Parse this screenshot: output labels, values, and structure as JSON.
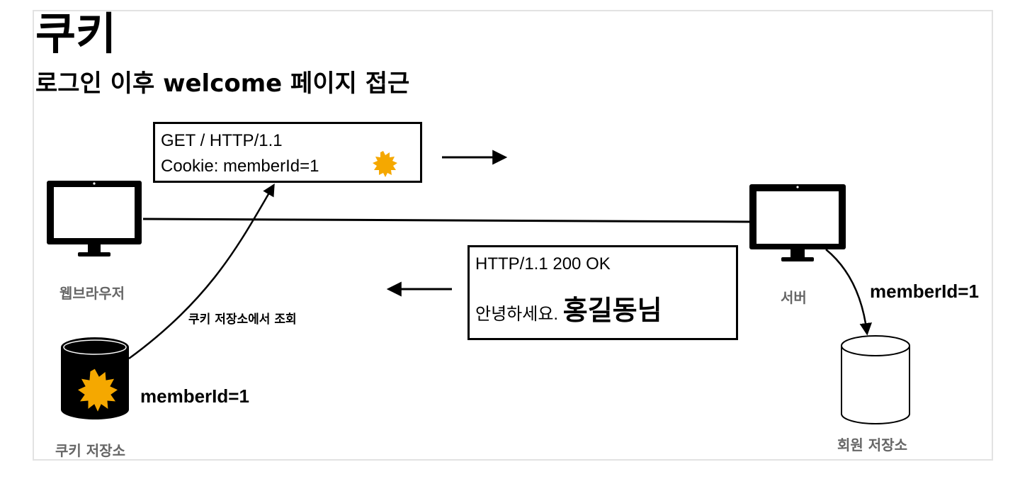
{
  "title": "쿠키",
  "subtitle": "로그인 이후 welcome 페이지 접근",
  "request": {
    "line1": "GET / HTTP/1.1",
    "line2": "Cookie: memberId=1"
  },
  "response": {
    "line1": "HTTP/1.1 200 OK",
    "greeting": "안녕하세요.",
    "name": "홍길동님"
  },
  "browser_label": "웹브라우저",
  "server_label": "서버",
  "cookie_store_label": "쿠키 저장소",
  "member_store_label": "회원 저장소",
  "cookie_lookup_label": "쿠키 저장소에서 조회",
  "cookie_store_value": "memberId=1",
  "server_lookup_value": "memberId=1",
  "colors": {
    "cookie": "#f5a800",
    "line": "#000000",
    "caption": "#666666"
  }
}
